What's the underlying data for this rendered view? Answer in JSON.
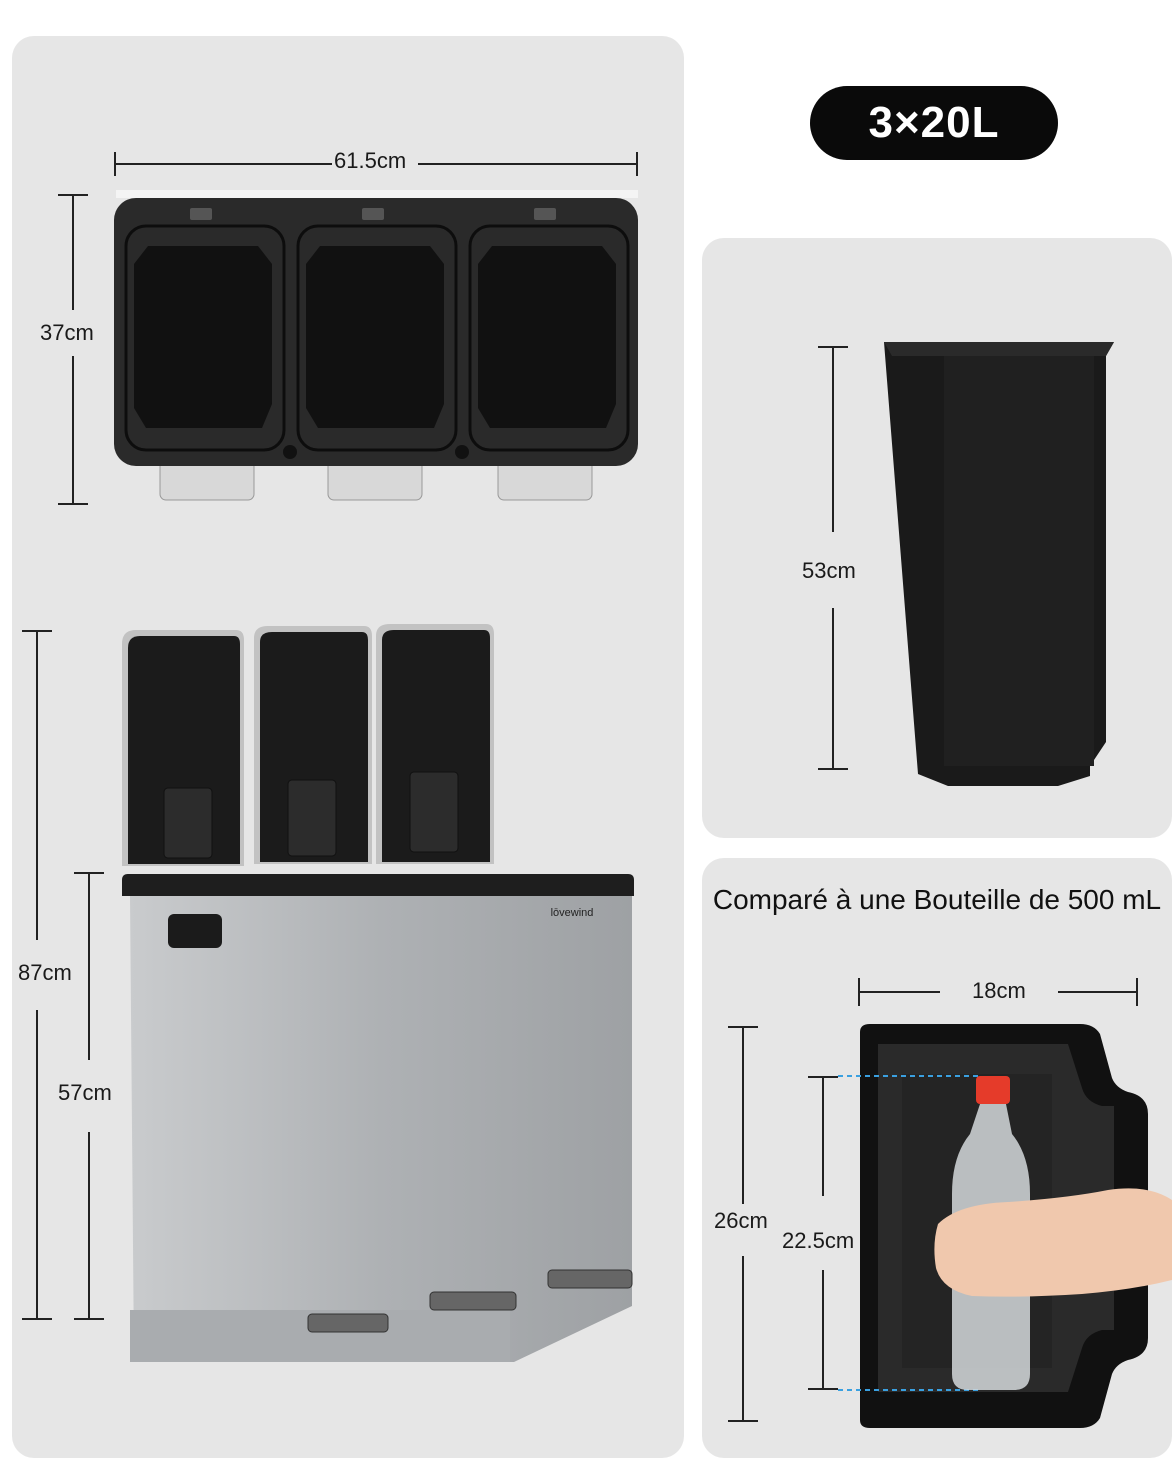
{
  "badge": {
    "capacity": "3×20L"
  },
  "top_view": {
    "width": "61.5cm",
    "depth": "37cm"
  },
  "front_view": {
    "total_height": "87cm",
    "body_height": "57cm",
    "brand": "lōvewind"
  },
  "inner_bin": {
    "height": "53cm"
  },
  "comparison": {
    "caption": "Comparé à une Bouteille de 500 mL",
    "width": "18cm",
    "depth": "26cm",
    "bottle_height": "22.5cm"
  },
  "colors": {
    "panel": "#e6e6e6",
    "badge": "#0a0a0a",
    "bin_black": "#1c1c1c",
    "steel": "#b9bcbf",
    "bottle_cap": "#e53b2a"
  }
}
